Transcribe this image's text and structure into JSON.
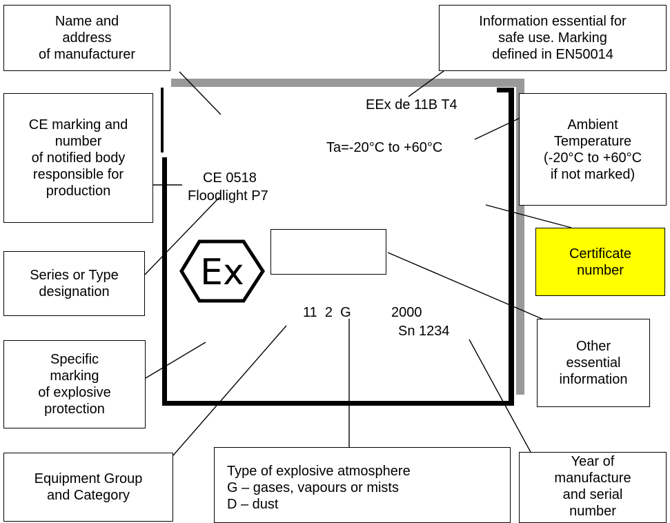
{
  "callouts": {
    "manufacturer": [
      "Name and",
      "address",
      "of manufacturer"
    ],
    "essential_info": [
      "Information essential for",
      "safe use. Marking",
      "defined in EN50014"
    ],
    "ce_marking": [
      "CE marking and",
      "number",
      "of notified body",
      "responsible for",
      "production"
    ],
    "ambient_temp": [
      "Ambient",
      "Temperature",
      "(-20°C to +60°C",
      "if not marked)"
    ],
    "certificate": [
      "Certificate",
      "number"
    ],
    "series_type": [
      "Series or Type",
      "designation"
    ],
    "other_info": [
      "Other",
      "essential",
      "information"
    ],
    "specific_marking": [
      "Specific",
      "marking",
      "of explosive",
      "protection"
    ],
    "equipment_group": [
      "Equipment Group",
      "and Category"
    ],
    "atmosphere": [
      "Type of explosive atmosphere",
      "G – gases, vapours or mists",
      "D – dust"
    ],
    "year_serial": [
      "Year of",
      "manufacture",
      "and serial",
      "number"
    ]
  },
  "plate": {
    "marking": "EEx de 11B T4",
    "temperature": "Ta=-20°C to +60°C",
    "ce": "CE 0518",
    "product": "Floodlight P7",
    "group_category": "11  2  G",
    "year": "2000",
    "serial": "Sn 1234",
    "ex_symbol": "Ex"
  },
  "colors": {
    "certificate_fill": "#ffff00",
    "shadow": "#999999",
    "frame": "#000000"
  }
}
